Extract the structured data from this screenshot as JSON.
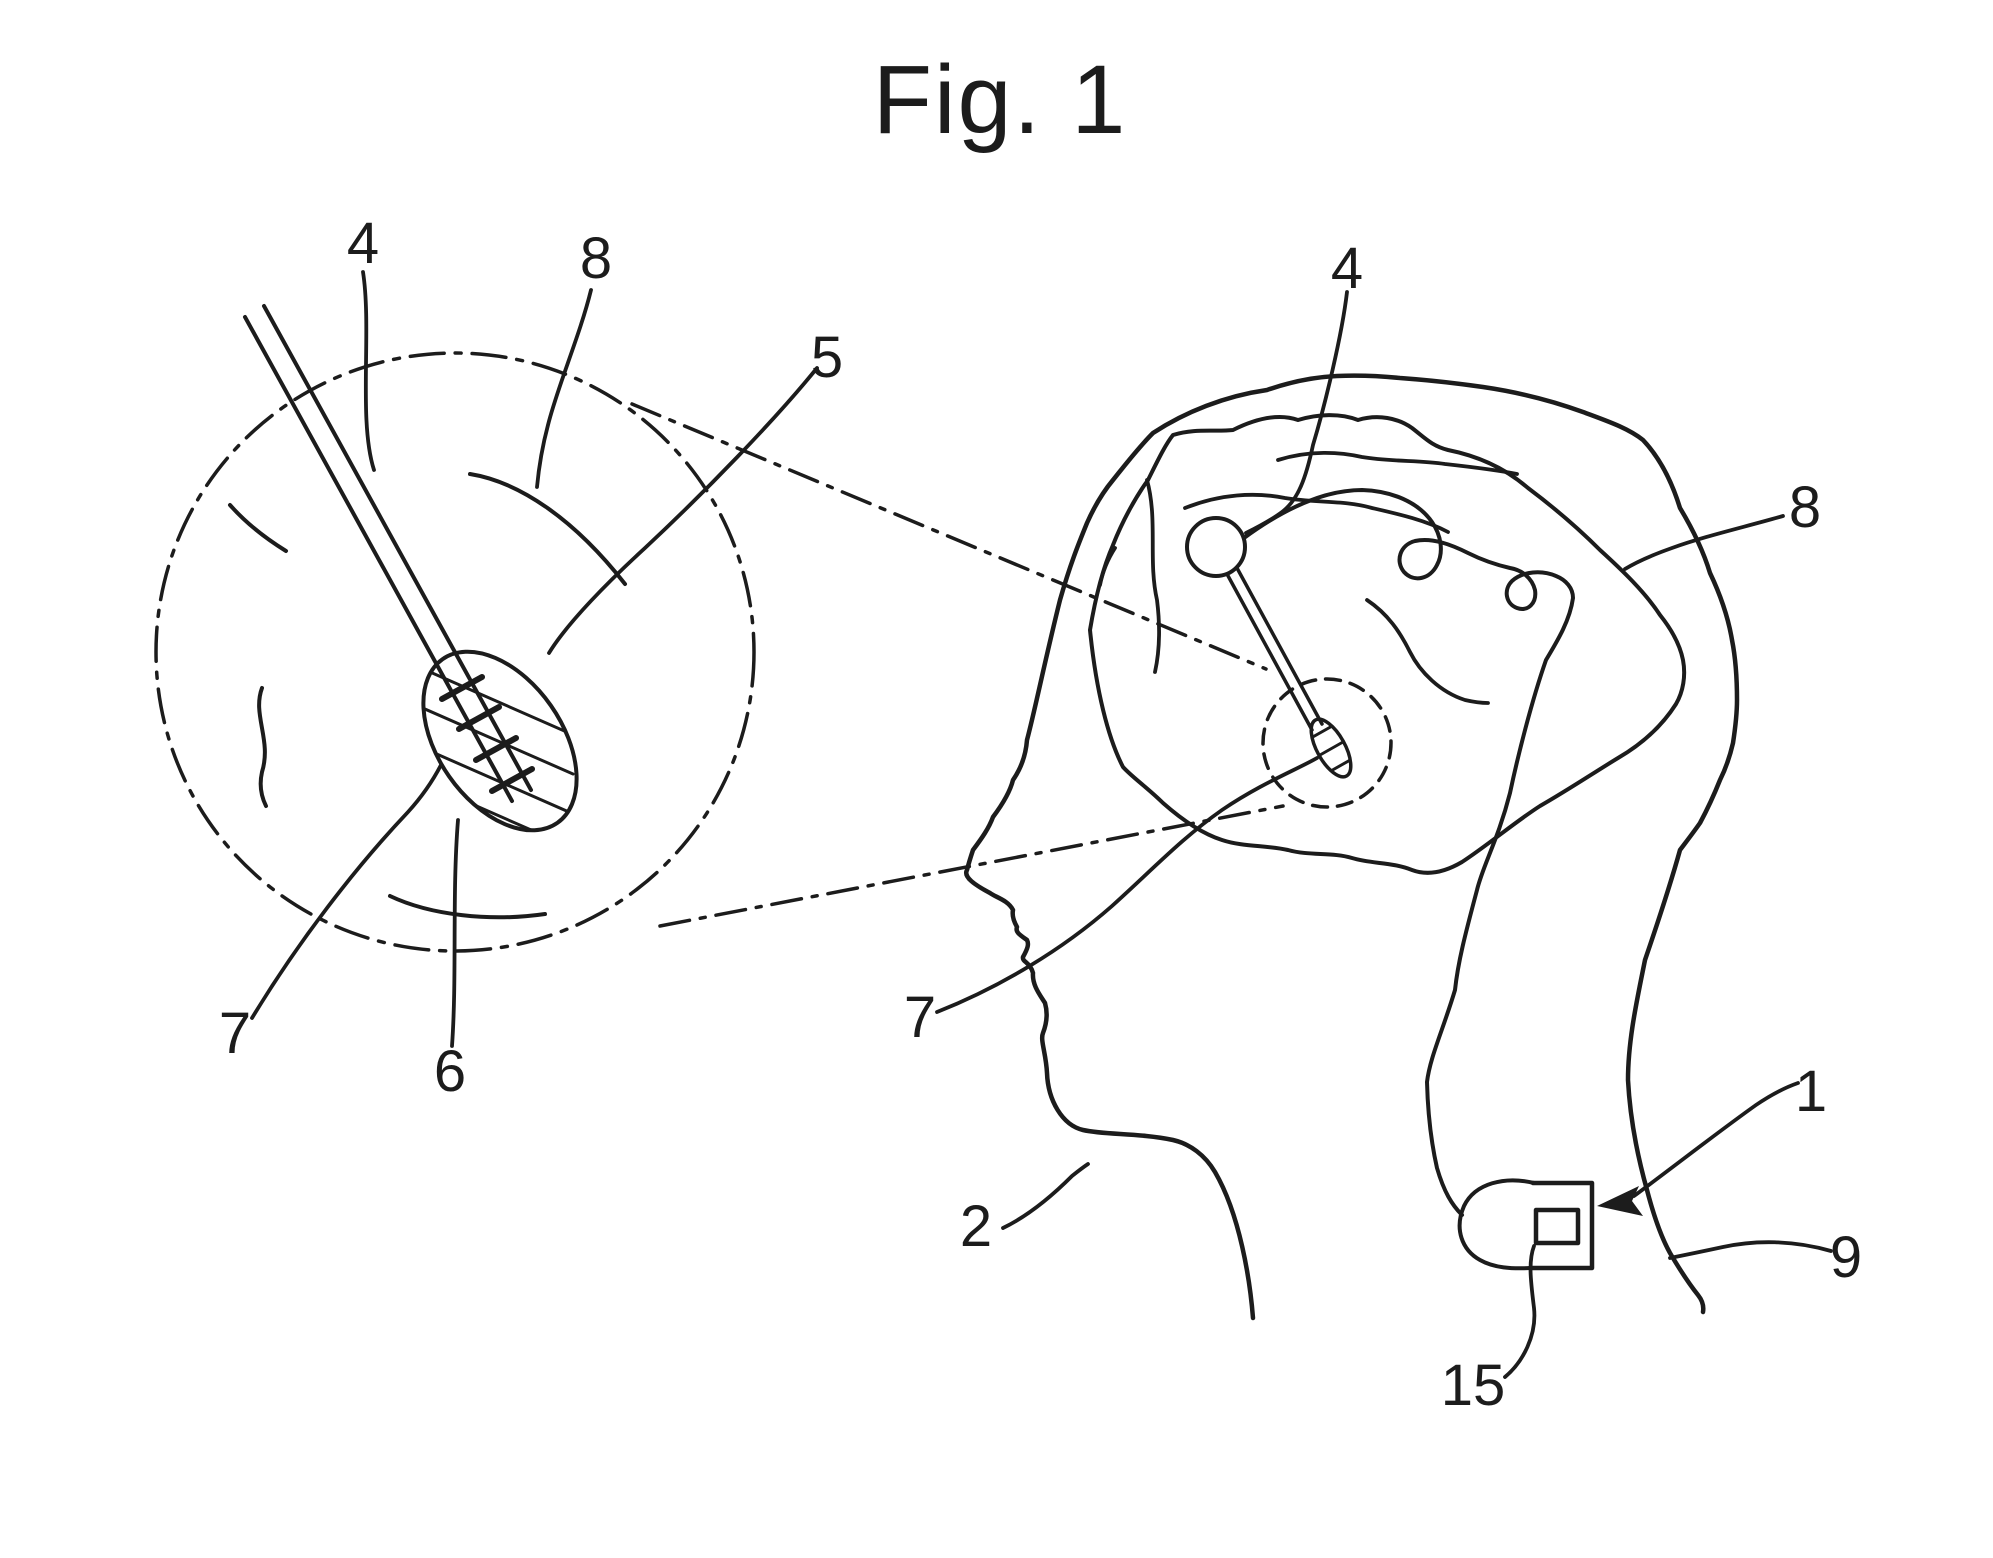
{
  "title": "Fig. 1",
  "labels": {
    "inset_4": "4",
    "inset_8": "8",
    "inset_5": "5",
    "inset_7": "7",
    "inset_6": "6",
    "head_4": "4",
    "head_8": "8",
    "head_7": "7",
    "head_2": "2",
    "head_1": "1",
    "head_9": "9",
    "head_15": "15"
  },
  "reference_numerals_visible": [
    "1",
    "2",
    "4",
    "5",
    "6",
    "7",
    "8",
    "9",
    "15"
  ],
  "colors": {
    "ink": "#1c1c1c",
    "background": "#ffffff"
  }
}
